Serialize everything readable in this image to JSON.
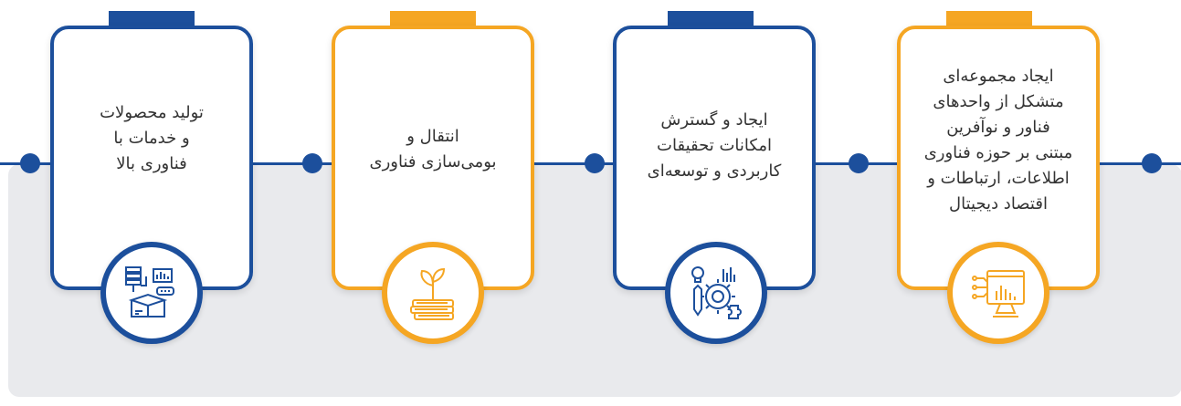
{
  "cards": [
    {
      "text": "تولید محصولات\nو خدمات با\nفناوری بالا",
      "color": "#1c4f9c",
      "icon": "products-box-icon"
    },
    {
      "text": "انتقال و\nبومی‌سازی فناوری",
      "color": "#f5a623",
      "icon": "plant-books-icon"
    },
    {
      "text": "ایجاد و گسترش\nامکانات تحقیقات\nکاربردی و توسعه‌ای",
      "color": "#1c4f9c",
      "icon": "research-gear-icon"
    },
    {
      "text": "ایجاد مجموعه‌ای\nمتشکل از واحدهای\nفناور و نوآفرین\nمبتنی بر حوزه فناوری\nاطلاعات، ارتباطات و\nاقتصاد دیجیتال",
      "color": "#f5a623",
      "icon": "digital-monitor-icon"
    }
  ]
}
